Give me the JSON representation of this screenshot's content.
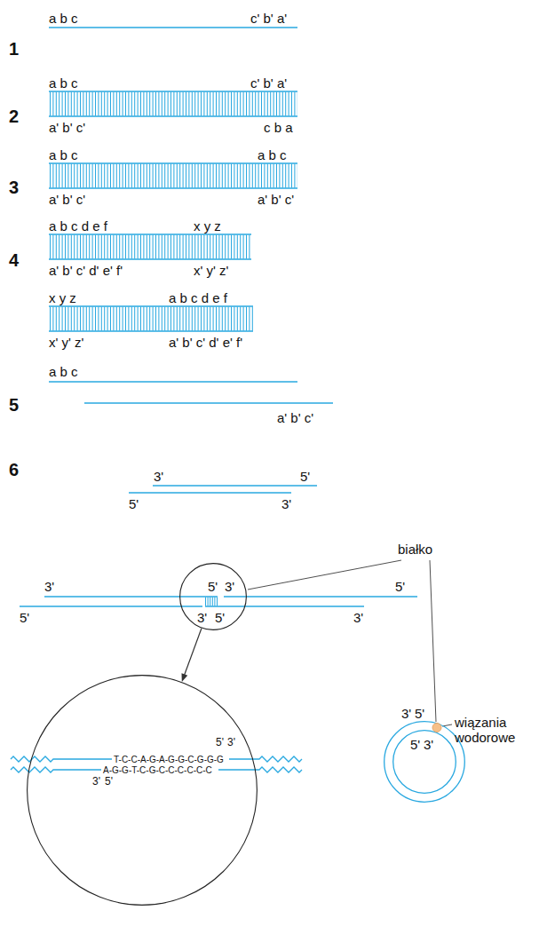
{
  "diagram": {
    "nodes": [
      {
        "text": [
          "5'",
          "3'",
          "3'",
          "5'"
        ]
      },
      {
        "text": [
          "5'",
          "3'",
          "T-C-C-A-G-A-G-G-C-G-G-G",
          "A-G-G-T-C-G-C-C-C-C-C-C",
          "3'",
          "5'"
        ]
      },
      {
        "text": [
          "3'",
          "5'",
          "5'",
          "3'"
        ]
      }
    ],
    "edges": [
      {
        "from": 0,
        "to": 1,
        "arrow": "to"
      }
    ],
    "labels": [
      "1",
      "a b c",
      "c' b' a'",
      "2",
      "a b c",
      "c' b' a'",
      "a' b' c'",
      "c b a",
      "3",
      "a b c",
      "a b c",
      "a' b' c'",
      "a' b' c'",
      "4",
      "a b c d e f",
      "x y z",
      "a' b' c' d' e' f'",
      "x' y' z'",
      "x y z",
      "a b c d e f",
      "x' y' z'",
      "a' b' c' d' e' f'",
      "5",
      "a b c",
      "a' b' c'",
      "6",
      "3'",
      "5'",
      "5'",
      "3'",
      "białko",
      "3'",
      "5'",
      "5'",
      "3'",
      "wiązania wodorowe"
    ]
  }
}
